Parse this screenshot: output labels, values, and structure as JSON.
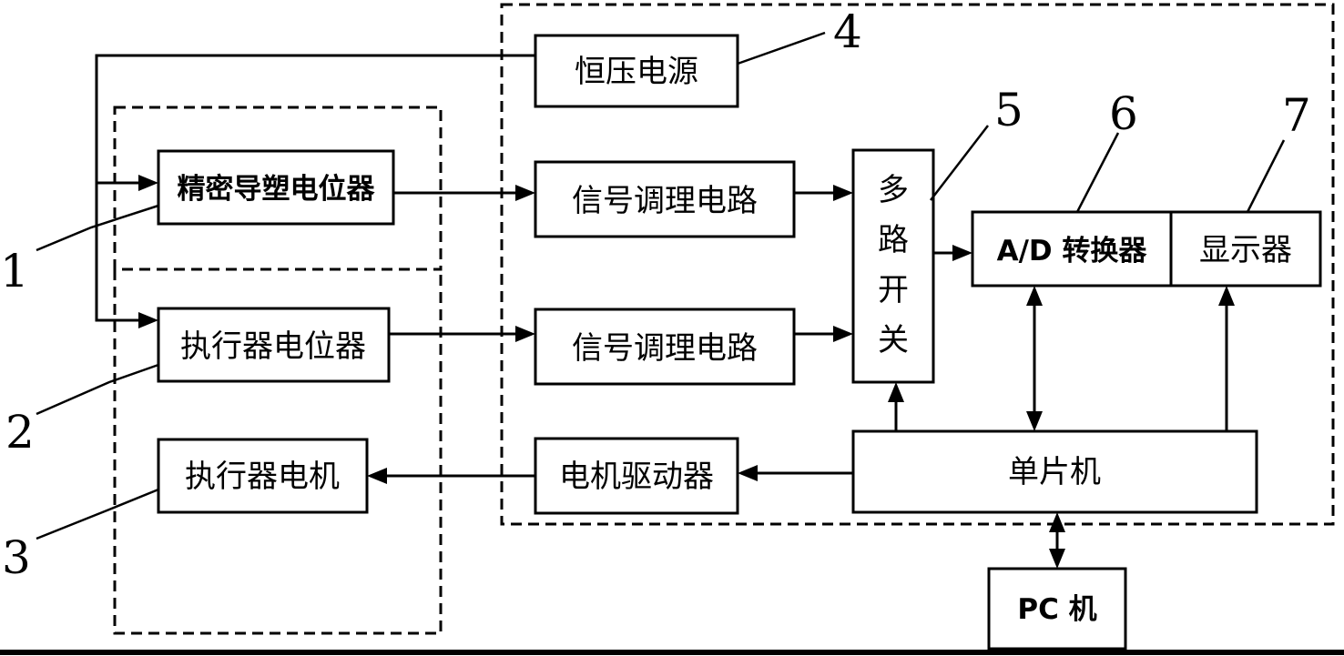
{
  "diagram": {
    "type": "block-diagram",
    "groups": [
      {
        "id": "sensor-group",
        "style": "dashed"
      },
      {
        "id": "actuator-group",
        "style": "dashed"
      },
      {
        "id": "controller-group",
        "style": "dashed"
      }
    ],
    "blocks": {
      "power_supply": "恒压电源",
      "precision_pot": "精密导塑电位器",
      "actuator_pot": "执行器电位器",
      "actuator_motor": "执行器电机",
      "signal_cond_1": "信号调理电路",
      "signal_cond_2": "信号调理电路",
      "mux_chars": [
        "多",
        "路",
        "开",
        "关"
      ],
      "adc": "A/D 转换器",
      "display": "显示器",
      "mcu": "单片机",
      "motor_driver": "电机驱动器",
      "pc": "PC 机"
    },
    "callouts": {
      "n1": "1",
      "n2": "2",
      "n3": "3",
      "n4": "4",
      "n5": "5",
      "n6": "6",
      "n7": "7"
    },
    "connections": [
      {
        "from": "恒压电源",
        "to": "精密导塑电位器",
        "arrow": "end"
      },
      {
        "from": "恒压电源",
        "to": "执行器电位器",
        "arrow": "end"
      },
      {
        "from": "精密导塑电位器",
        "to": "信号调理电路 (1)",
        "arrow": "end"
      },
      {
        "from": "执行器电位器",
        "to": "信号调理电路 (2)",
        "arrow": "end"
      },
      {
        "from": "信号调理电路 (1)",
        "to": "多路开关",
        "arrow": "end"
      },
      {
        "from": "信号调理电路 (2)",
        "to": "多路开关",
        "arrow": "end"
      },
      {
        "from": "多路开关",
        "to": "A/D 转换器",
        "arrow": "end"
      },
      {
        "from": "单片机",
        "to": "多路开关",
        "arrow": "end"
      },
      {
        "from": "单片机",
        "to": "A/D 转换器",
        "arrow": "both"
      },
      {
        "from": "单片机",
        "to": "显示器",
        "arrow": "end"
      },
      {
        "from": "单片机",
        "to": "电机驱动器",
        "arrow": "end"
      },
      {
        "from": "电机驱动器",
        "to": "执行器电机",
        "arrow": "end"
      },
      {
        "from": "单片机",
        "to": "PC 机",
        "arrow": "both"
      }
    ]
  }
}
